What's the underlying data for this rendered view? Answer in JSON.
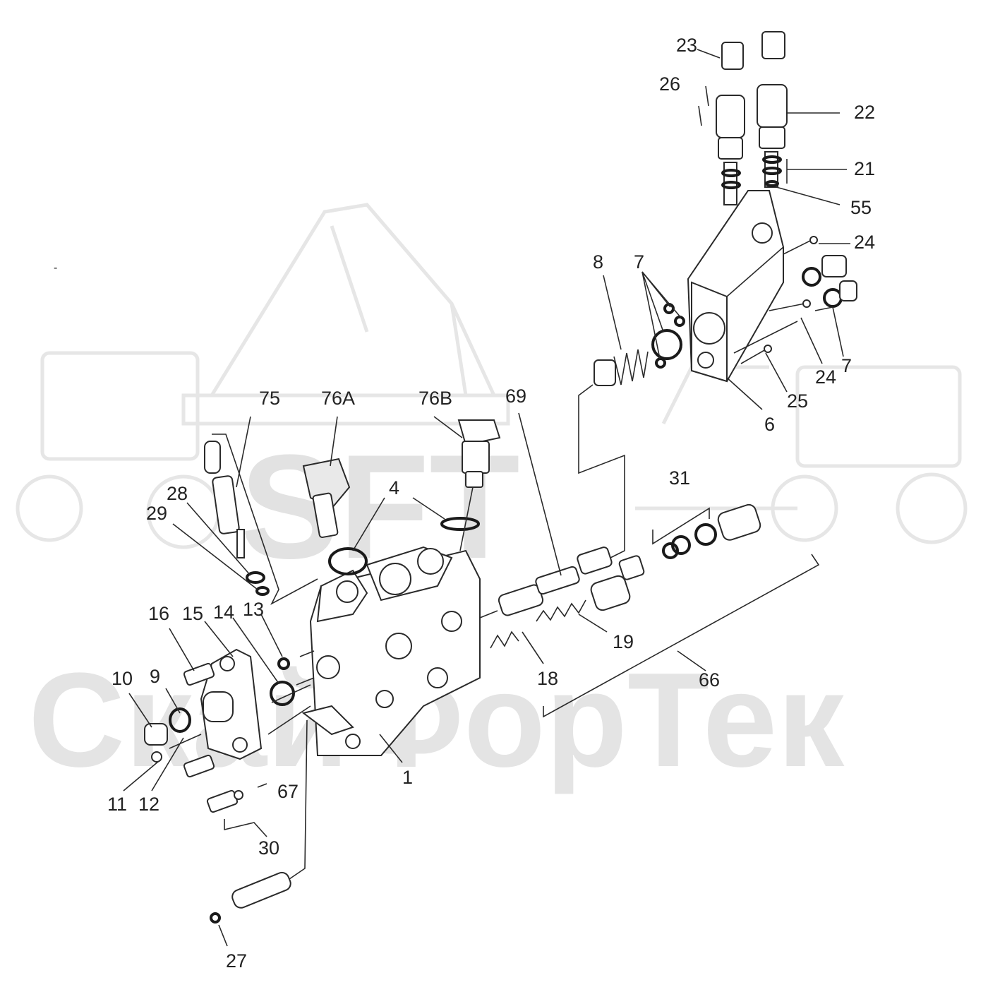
{
  "watermark": {
    "logo_text": "SFT",
    "company_text": "СкайФорТек"
  },
  "labels": [
    {
      "id": "1",
      "text": "1"
    },
    {
      "id": "4",
      "text": "4"
    },
    {
      "id": "6",
      "text": "6"
    },
    {
      "id": "7a",
      "text": "7"
    },
    {
      "id": "7b",
      "text": "7"
    },
    {
      "id": "8",
      "text": "8"
    },
    {
      "id": "9",
      "text": "9"
    },
    {
      "id": "10",
      "text": "10"
    },
    {
      "id": "11",
      "text": "11"
    },
    {
      "id": "12",
      "text": "12"
    },
    {
      "id": "13",
      "text": "13"
    },
    {
      "id": "14",
      "text": "14"
    },
    {
      "id": "15",
      "text": "15"
    },
    {
      "id": "16",
      "text": "16"
    },
    {
      "id": "18",
      "text": "18"
    },
    {
      "id": "19",
      "text": "19"
    },
    {
      "id": "21",
      "text": "21"
    },
    {
      "id": "22",
      "text": "22"
    },
    {
      "id": "23",
      "text": "23"
    },
    {
      "id": "24a",
      "text": "24"
    },
    {
      "id": "24b",
      "text": "24"
    },
    {
      "id": "25",
      "text": "25"
    },
    {
      "id": "26",
      "text": "26"
    },
    {
      "id": "27",
      "text": "27"
    },
    {
      "id": "28",
      "text": "28"
    },
    {
      "id": "29",
      "text": "29"
    },
    {
      "id": "30",
      "text": "30"
    },
    {
      "id": "31",
      "text": "31"
    },
    {
      "id": "55",
      "text": "55"
    },
    {
      "id": "66",
      "text": "66"
    },
    {
      "id": "67",
      "text": "67"
    },
    {
      "id": "69",
      "text": "69"
    },
    {
      "id": "75",
      "text": "75"
    },
    {
      "id": "76A",
      "text": "76A"
    },
    {
      "id": "76B",
      "text": "76B"
    }
  ],
  "stray_mark": "-"
}
